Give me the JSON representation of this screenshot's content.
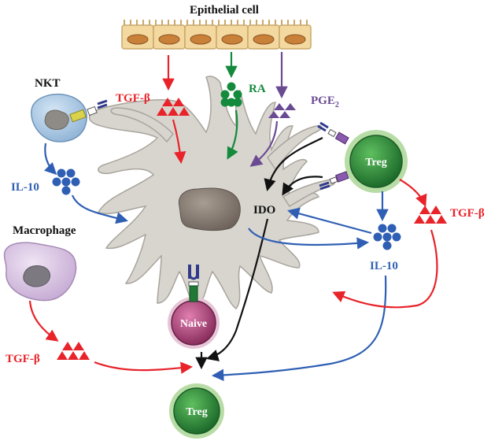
{
  "labels": {
    "epithelial": "Epithelial cell",
    "nkt": "NKT",
    "macrophage": "Macrophage",
    "tgf_top": "TGF-β",
    "tgf_right": "TGF-β",
    "tgf_bottom": "TGF-β",
    "ra": "RA",
    "pge2_main": "PGE",
    "pge2_sub": "2",
    "il10_left": "IL-10",
    "il10_right": "IL-10",
    "ido": "IDO",
    "treg_right": "Treg",
    "treg_bottom": "Treg",
    "naive": "Naive"
  },
  "colors": {
    "tgf": "#e8232a",
    "il10": "#2f5fb4",
    "ra": "#138a3c",
    "pge2": "#6a4b93",
    "ido": "#111111",
    "dc_body": "#d8d5cf",
    "nucleus": "#8a7f76",
    "treg": "#2e8b3c",
    "naive": "#c0508a",
    "nkt": "#9fc1df",
    "macrophage": "#d8c5e0",
    "epithelium": "#f3d9a0"
  }
}
